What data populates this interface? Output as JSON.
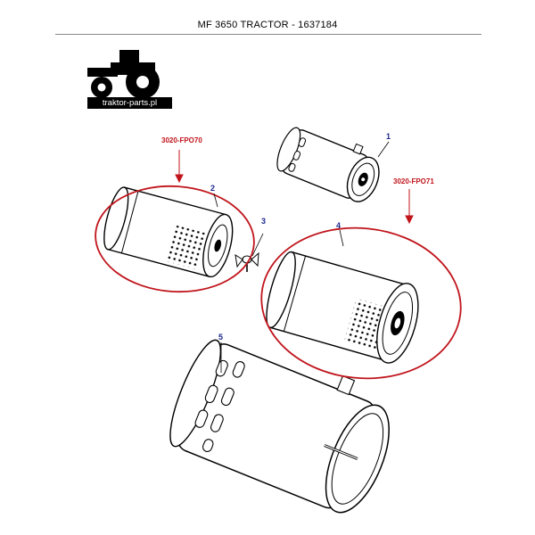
{
  "header": {
    "title": "MF 3650 TRACTOR - 1637184"
  },
  "logo": {
    "text": "traktor-parts.pl"
  },
  "groups": [
    {
      "ref": "3020-FPO70",
      "color": "#c0141b"
    },
    {
      "ref": "3020-FPO71",
      "color": "#c0141b"
    }
  ],
  "parts": [
    {
      "number": "1",
      "icon": "air-cleaner-housing-icon"
    },
    {
      "number": "2",
      "icon": "outer-filter-element-icon"
    },
    {
      "number": "3",
      "icon": "wing-nut-icon"
    },
    {
      "number": "4",
      "icon": "outer-filter-element-icon"
    },
    {
      "number": "5",
      "icon": "air-cleaner-housing-icon"
    }
  ],
  "colors": {
    "highlight": "#c0141b",
    "callout": "#1e2a8c",
    "line": "#000000"
  }
}
